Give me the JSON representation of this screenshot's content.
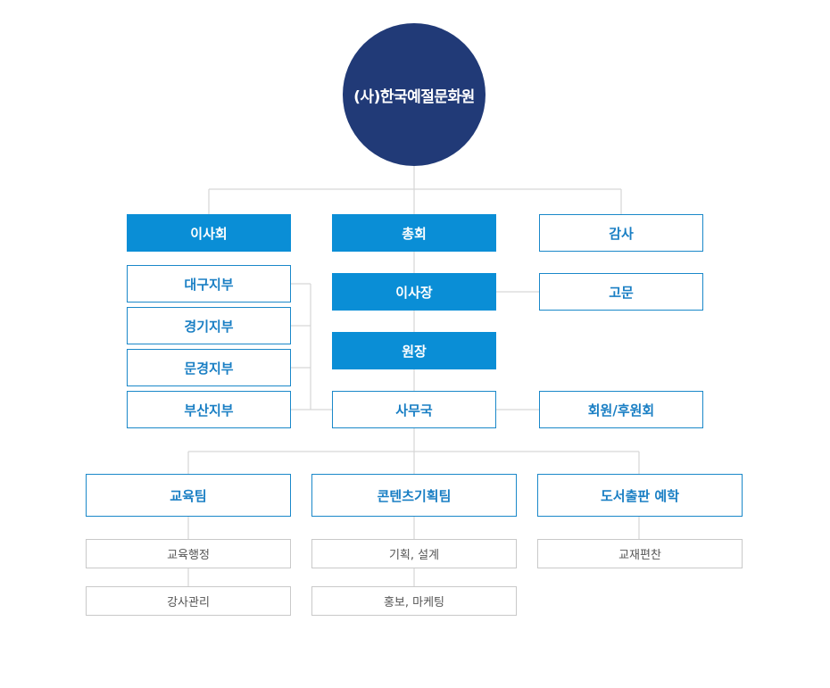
{
  "org": {
    "root": "(사)한국예절문화원",
    "board": "이사회",
    "general_assembly": "총회",
    "auditor": "감사",
    "branches": [
      "대구지부",
      "경기지부",
      "문경지부",
      "부산지부"
    ],
    "chairman": "이사장",
    "advisor": "고문",
    "director": "원장",
    "secretariat": "사무국",
    "members": "회원/후원회",
    "teams": [
      {
        "name": "교육팀",
        "tasks": [
          "교육행정",
          "강사관리"
        ]
      },
      {
        "name": "콘텐츠기획팀",
        "tasks": [
          "기획, 설계",
          "홍보, 마케팅"
        ]
      },
      {
        "name": "도서출판 예학",
        "tasks": [
          "교재편찬"
        ]
      }
    ]
  },
  "colors": {
    "root_fill": "#213a77",
    "primary_fill": "#0a8ed6",
    "outline": "#1a88c9",
    "sub_border": "#c9c9c9",
    "connector": "#d6d6d6"
  }
}
